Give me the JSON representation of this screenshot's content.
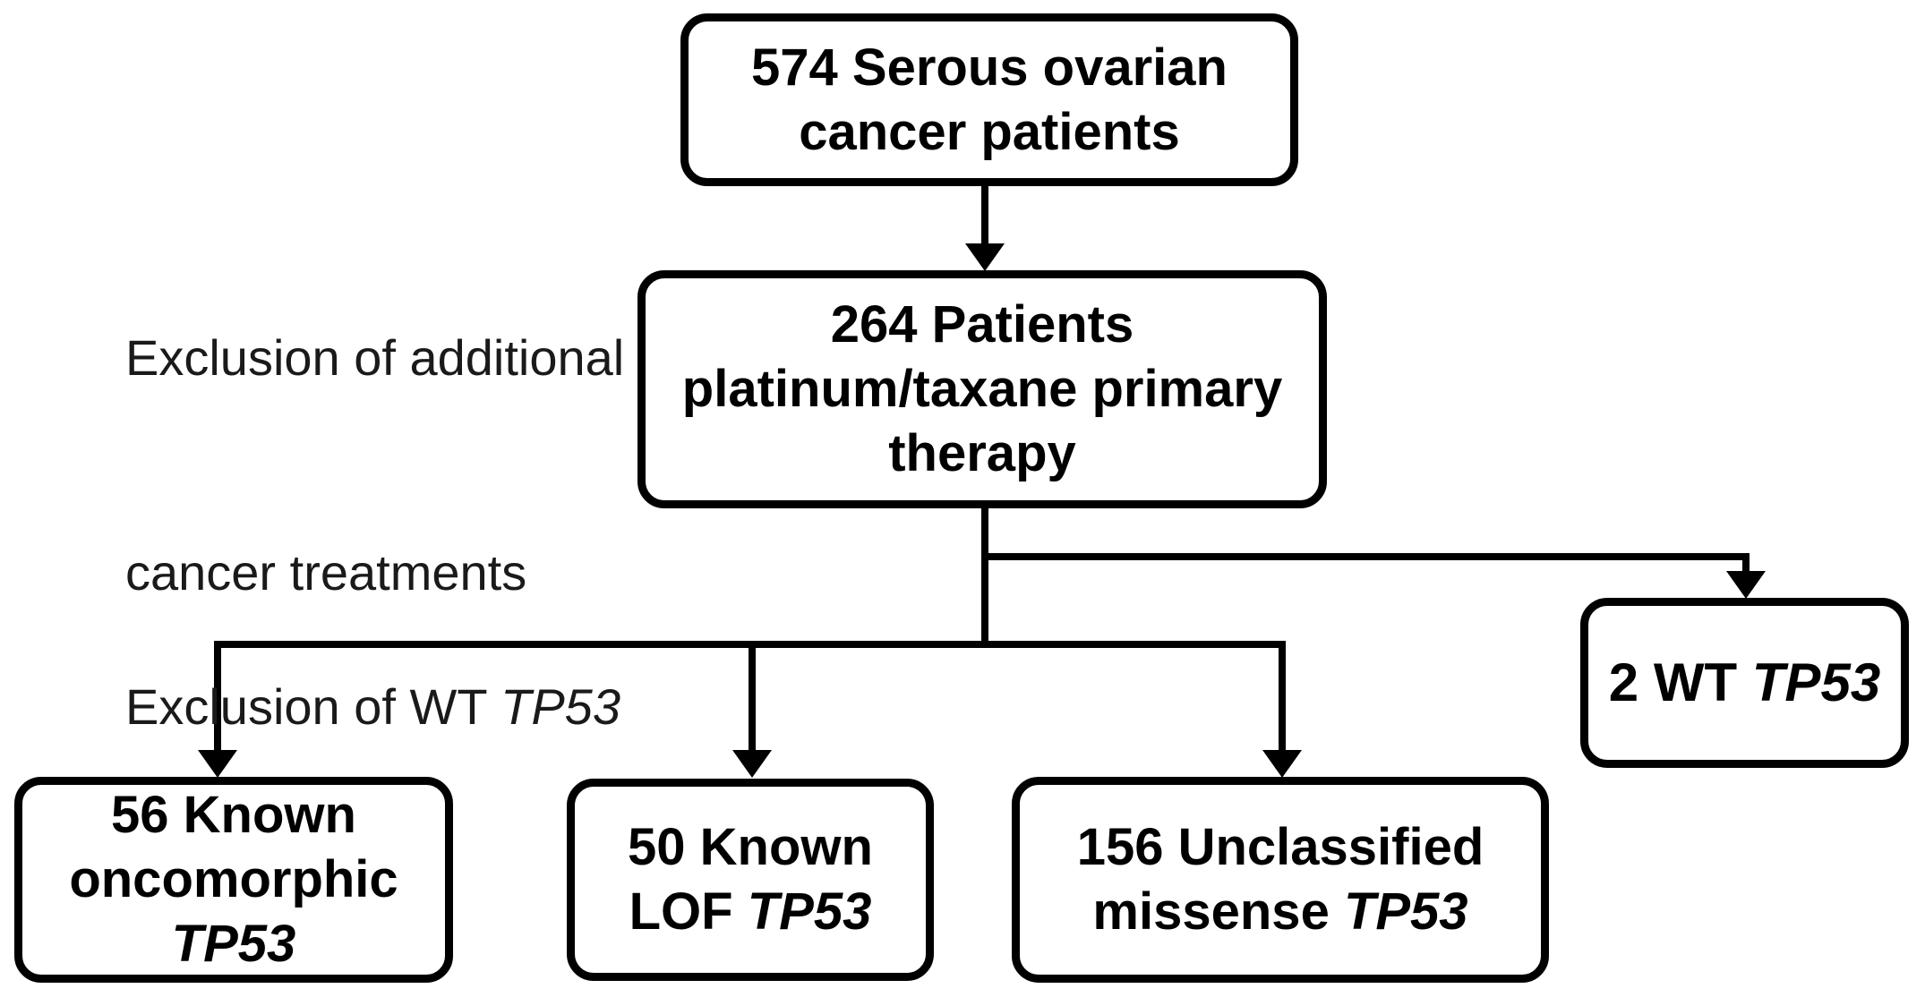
{
  "figure": {
    "type": "flowchart",
    "background": "#ffffff",
    "ink": "#000000",
    "nodes": {
      "serous": {
        "line1": "574 Serous ovarian",
        "line2": "cancer patients"
      },
      "platinum": {
        "line1": "264 Patients",
        "line2": "platinum/taxane primary",
        "line3": "therapy"
      },
      "wt": {
        "prefix": "2 WT ",
        "gene": "TP53"
      },
      "oncomorphic": {
        "line1": "56 Known",
        "line2": "oncomorphic",
        "gene": "TP53"
      },
      "lof": {
        "line1": "50 Known",
        "line2_prefix": "LOF ",
        "gene": "TP53"
      },
      "missense": {
        "line1": "156 Unclassified",
        "line2_prefix": "missense ",
        "gene": "TP53"
      }
    },
    "annotations": {
      "exclusion_treatments": {
        "line1": "Exclusion of additional",
        "line2": "cancer treatments"
      },
      "exclusion_wt": {
        "prefix": "Exclusion of WT ",
        "gene": "TP53"
      }
    }
  }
}
